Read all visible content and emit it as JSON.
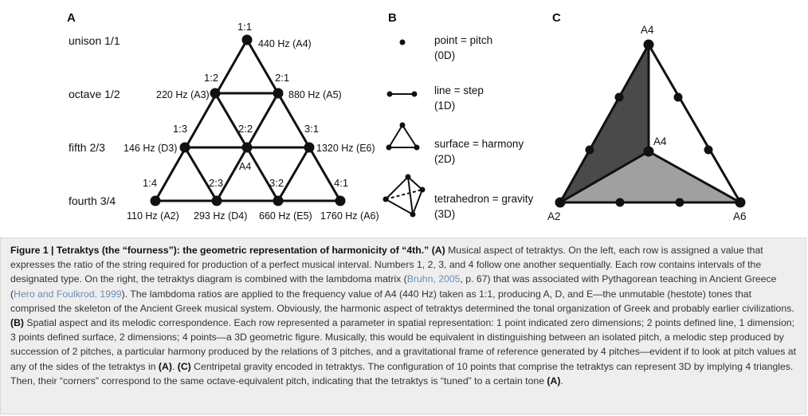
{
  "panel_a": {
    "letter": "A",
    "rows": [
      "unison 1/1",
      "octave 1/2",
      "fifth 2/3",
      "fourth 3/4"
    ],
    "ratios": {
      "r11": "1:1",
      "r12": "1:2",
      "r21": "2:1",
      "r13": "1:3",
      "r22": "2:2",
      "r31": "3:1",
      "r14": "1:4",
      "r23": "2:3",
      "r32": "3:2",
      "r41": "4:1"
    },
    "pitches": {
      "a4_top": "440 Hz (A4)",
      "a3": "220 Hz (A3)",
      "a5": "880 Hz (A5)",
      "d3": "146 Hz (D3)",
      "e6": "1320 Hz (E6)",
      "a4_center": "A4",
      "a2": "110 Hz (A2)",
      "d4": "293 Hz (D4)",
      "e5": "660 Hz (E5)",
      "a6": "1760 Hz (A6)"
    }
  },
  "panel_b": {
    "letter": "B",
    "items": [
      {
        "label": "point = pitch",
        "dim": "(0D)"
      },
      {
        "label": "line = step",
        "dim": "(1D)"
      },
      {
        "label": "surface = harmony",
        "dim": "(2D)"
      },
      {
        "label": "tetrahedron = gravity",
        "dim": "(3D)"
      }
    ]
  },
  "panel_c": {
    "letter": "C",
    "labels": {
      "top": "A4",
      "center": "A4",
      "left": "A2",
      "right": "A6"
    },
    "colors": {
      "dark": "#4a4a4a",
      "light": "#a0a0a0"
    }
  },
  "caption": {
    "title": "Figure 1 | Tetraktys (the “fourness”): the geometric representation of harmonicity of “4th.” ",
    "a_label": "(A)",
    "t1": " Musical aspect of tetraktys. On the left, each row is assigned a value that expresses the ratio of the string required for production of a perfect musical interval. Numbers 1, 2, 3, and 4 follow one another sequentially. Each row contains intervals of the designated type. On the right, the tetraktys diagram is combined with the lambdoma matrix (",
    "cite1": "Bruhn, 2005",
    "t2": ", p. 67) that was associated with Pythagorean teaching in Ancient Greece (",
    "cite2": "Hero and Foulkrod, 1999",
    "t3": "). The lambdoma ratios are applied to the frequency value of A4 (440 Hz) taken as 1:1, producing A, D, and E—the unmutable (hestote) tones that comprised the skeleton of the Ancient Greek musical system. Obviously, the harmonic aspect of tetraktys determined the tonal organization of Greek and probably earlier civilizations. ",
    "b_label": "(B)",
    "t4": " Spatial aspect and its melodic correspondence. Each row represented a parameter in spatial representation: 1 point indicated zero dimensions; 2 points defined line, 1 dimension; 3 points defined surface, 2 dimensions; 4 points—a 3D geometric figure. Musically, this would be equivalent in distinguishing between an isolated pitch, a melodic step produced by succession of 2 pitches, a particular harmony produced by the relations of 3 pitches, and a gravitational frame of reference generated by 4 pitches—evident if to look at pitch values at any of the sides of the tetraktys in ",
    "a_ref1": "(A)",
    "t5": ". ",
    "c_label": "(C)",
    "t6": " Centripetal gravity encoded in tetraktys. The configuration of 10 points that comprise the tetraktys can represent 3D by implying 4 triangles. Then, their “corners” correspond to the same octave-equivalent pitch, indicating that the tetraktys is “tuned” to a certain tone ",
    "a_ref2": "(A)",
    "t7": "."
  }
}
